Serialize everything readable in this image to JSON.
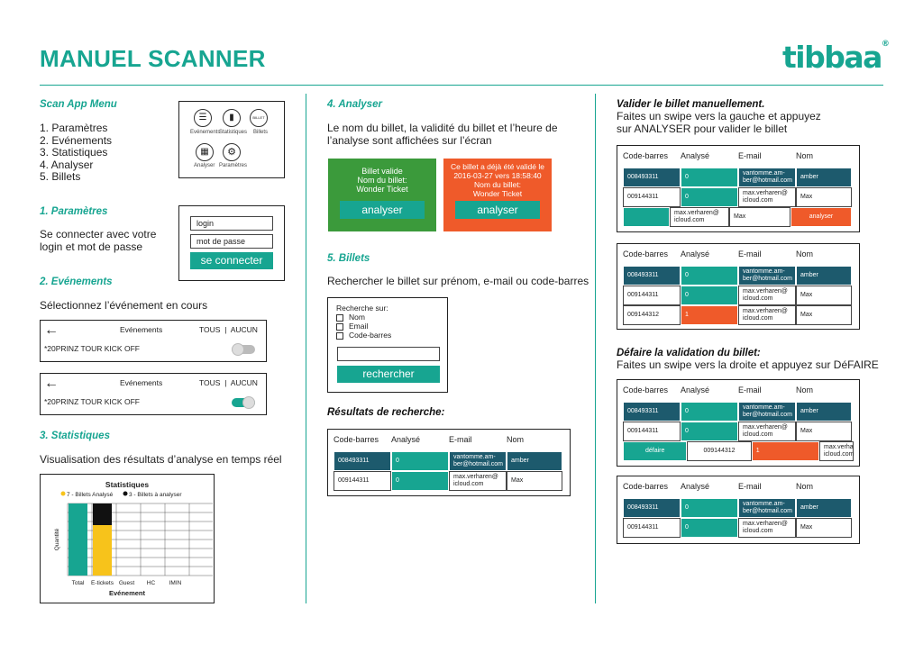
{
  "header": {
    "title": "MANUEL SCANNER",
    "logo": "tibbaa",
    "logo_mark": "®"
  },
  "scan_menu": {
    "heading": "Scan App Menu",
    "items": [
      "1. Paramètres",
      "2. Evénements",
      "3. Statistiques",
      "4. Analyser",
      "5. Billets"
    ],
    "icons": [
      "Evénements",
      "Statistiques",
      "Billets",
      "Analyser",
      "Paramètres"
    ],
    "billet_tag": "BILLET"
  },
  "params": {
    "heading": "1. Paramètres",
    "text": "Se connecter avec votre login et mot de passe",
    "login": "login",
    "password": "mot de passe",
    "button": "se connecter"
  },
  "events": {
    "heading": "2. Evénements",
    "text": "Sélectionnez l’événement en cours",
    "bar_title": "Evénements",
    "tous": "TOUS",
    "sep": "|",
    "aucun": "AUCUN",
    "event_name": "*20PRINZ TOUR KICK OFF",
    "toggle_states": [
      false,
      true
    ]
  },
  "stats": {
    "heading": "3. Statistiques",
    "text": "Visualisation des résultats d’analyse en temps réel",
    "chart_data": {
      "type": "bar",
      "title": "Statistiques",
      "legend": [
        "7 - Billets Analysé",
        "3 - Billets à analyser"
      ],
      "categories": [
        "Total",
        "E-tickets",
        "Guest",
        "HC",
        "IMIN"
      ],
      "series": [
        {
          "name": "7 - Billets Analysé",
          "values": [
            10,
            7,
            0,
            0,
            0
          ],
          "color": "#17a591"
        },
        {
          "name": "3 - Billets à analyser",
          "values": [
            0,
            3,
            0,
            0,
            0
          ],
          "color": "#111111"
        }
      ],
      "xlabel": "Evénement",
      "ylabel": "Quantité",
      "ylim": [
        0,
        10
      ],
      "e_tickets_color": "#f7c31b"
    }
  },
  "analyser": {
    "heading": "4. Analyser",
    "text": "Le nom du billet, la validité du billet et l’heure de l’analyse sont affichées sur l’écran",
    "valid": {
      "l1": "Billet valide",
      "l2": "Nom du billet:",
      "l3": "Wonder Ticket",
      "button": "analyser",
      "color": "#3b9a3b"
    },
    "invalid": {
      "l1": "Ce billet a déjà été validé le",
      "l2": "2016-03-27 vers 18:58:40",
      "l3": "Nom du billet:",
      "l4": "Wonder Ticket",
      "button": "analyser",
      "color": "#ef5a2a"
    }
  },
  "billets": {
    "heading": "5. Billets",
    "text": "Rechercher le billet sur prénom, e-mail ou code-barres",
    "search_label": "Recherche sur:",
    "options": [
      "Nom",
      "Email",
      "Code-barres"
    ],
    "button": "rechercher",
    "results_heading": "Résultats de recherche:"
  },
  "table_headers": [
    "Code-barres",
    "Analysé",
    "E-mail",
    "Nom"
  ],
  "rows": {
    "r1": {
      "code": "008493311",
      "analyse": "0",
      "email": "vantomme.am-\nber@hotmail.com",
      "nom": "amber"
    },
    "r2": {
      "code": "009144311",
      "analyse": "0",
      "email": "max.verharen@\nicloud.com",
      "nom": "Max"
    },
    "r3": {
      "code": "009144312",
      "analyse": "1",
      "email": "max.verharen@\nicloud.com",
      "nom": "Max"
    }
  },
  "manual": {
    "heading": "Valider le billet manuellement.",
    "text1": "Faites un swipe vers la gauche et appuyez",
    "text2": "sur ANALYSER pour valider le billet",
    "swipe_email": "max.verharen@\nicloud.com",
    "swipe_nom": "Max",
    "swipe_button": "analyser"
  },
  "undo": {
    "heading": "Défaire la validation du billet:",
    "text": "Faites un swipe vers la droite et appuyez sur DéFAIRE",
    "swipe_button": "défaire",
    "swipe_code": "009144312",
    "swipe_analyse": "1",
    "swipe_email": "max.verha\nicloud.com"
  }
}
